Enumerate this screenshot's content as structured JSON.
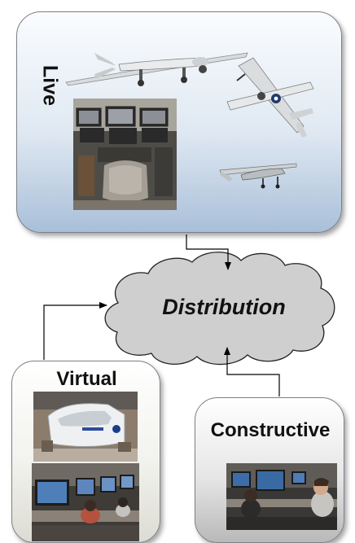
{
  "boxes": {
    "live": "Live",
    "virtual": "Virtual",
    "constructive": "Constructive"
  },
  "cloud": "Distribution",
  "colors": {
    "live_top": "#fafcfe",
    "live_bottom": "#a9bfd9",
    "virtual_bottom": "#dcdcd3",
    "constructive_bottom": "#b9b9b9",
    "cloud_fill": "#cfcfcf",
    "border": "#7d8187",
    "arrow": "#000000"
  },
  "icons": [
    "uav-reaper-icon",
    "propeller-aircraft-icon",
    "small-uav-icon"
  ]
}
